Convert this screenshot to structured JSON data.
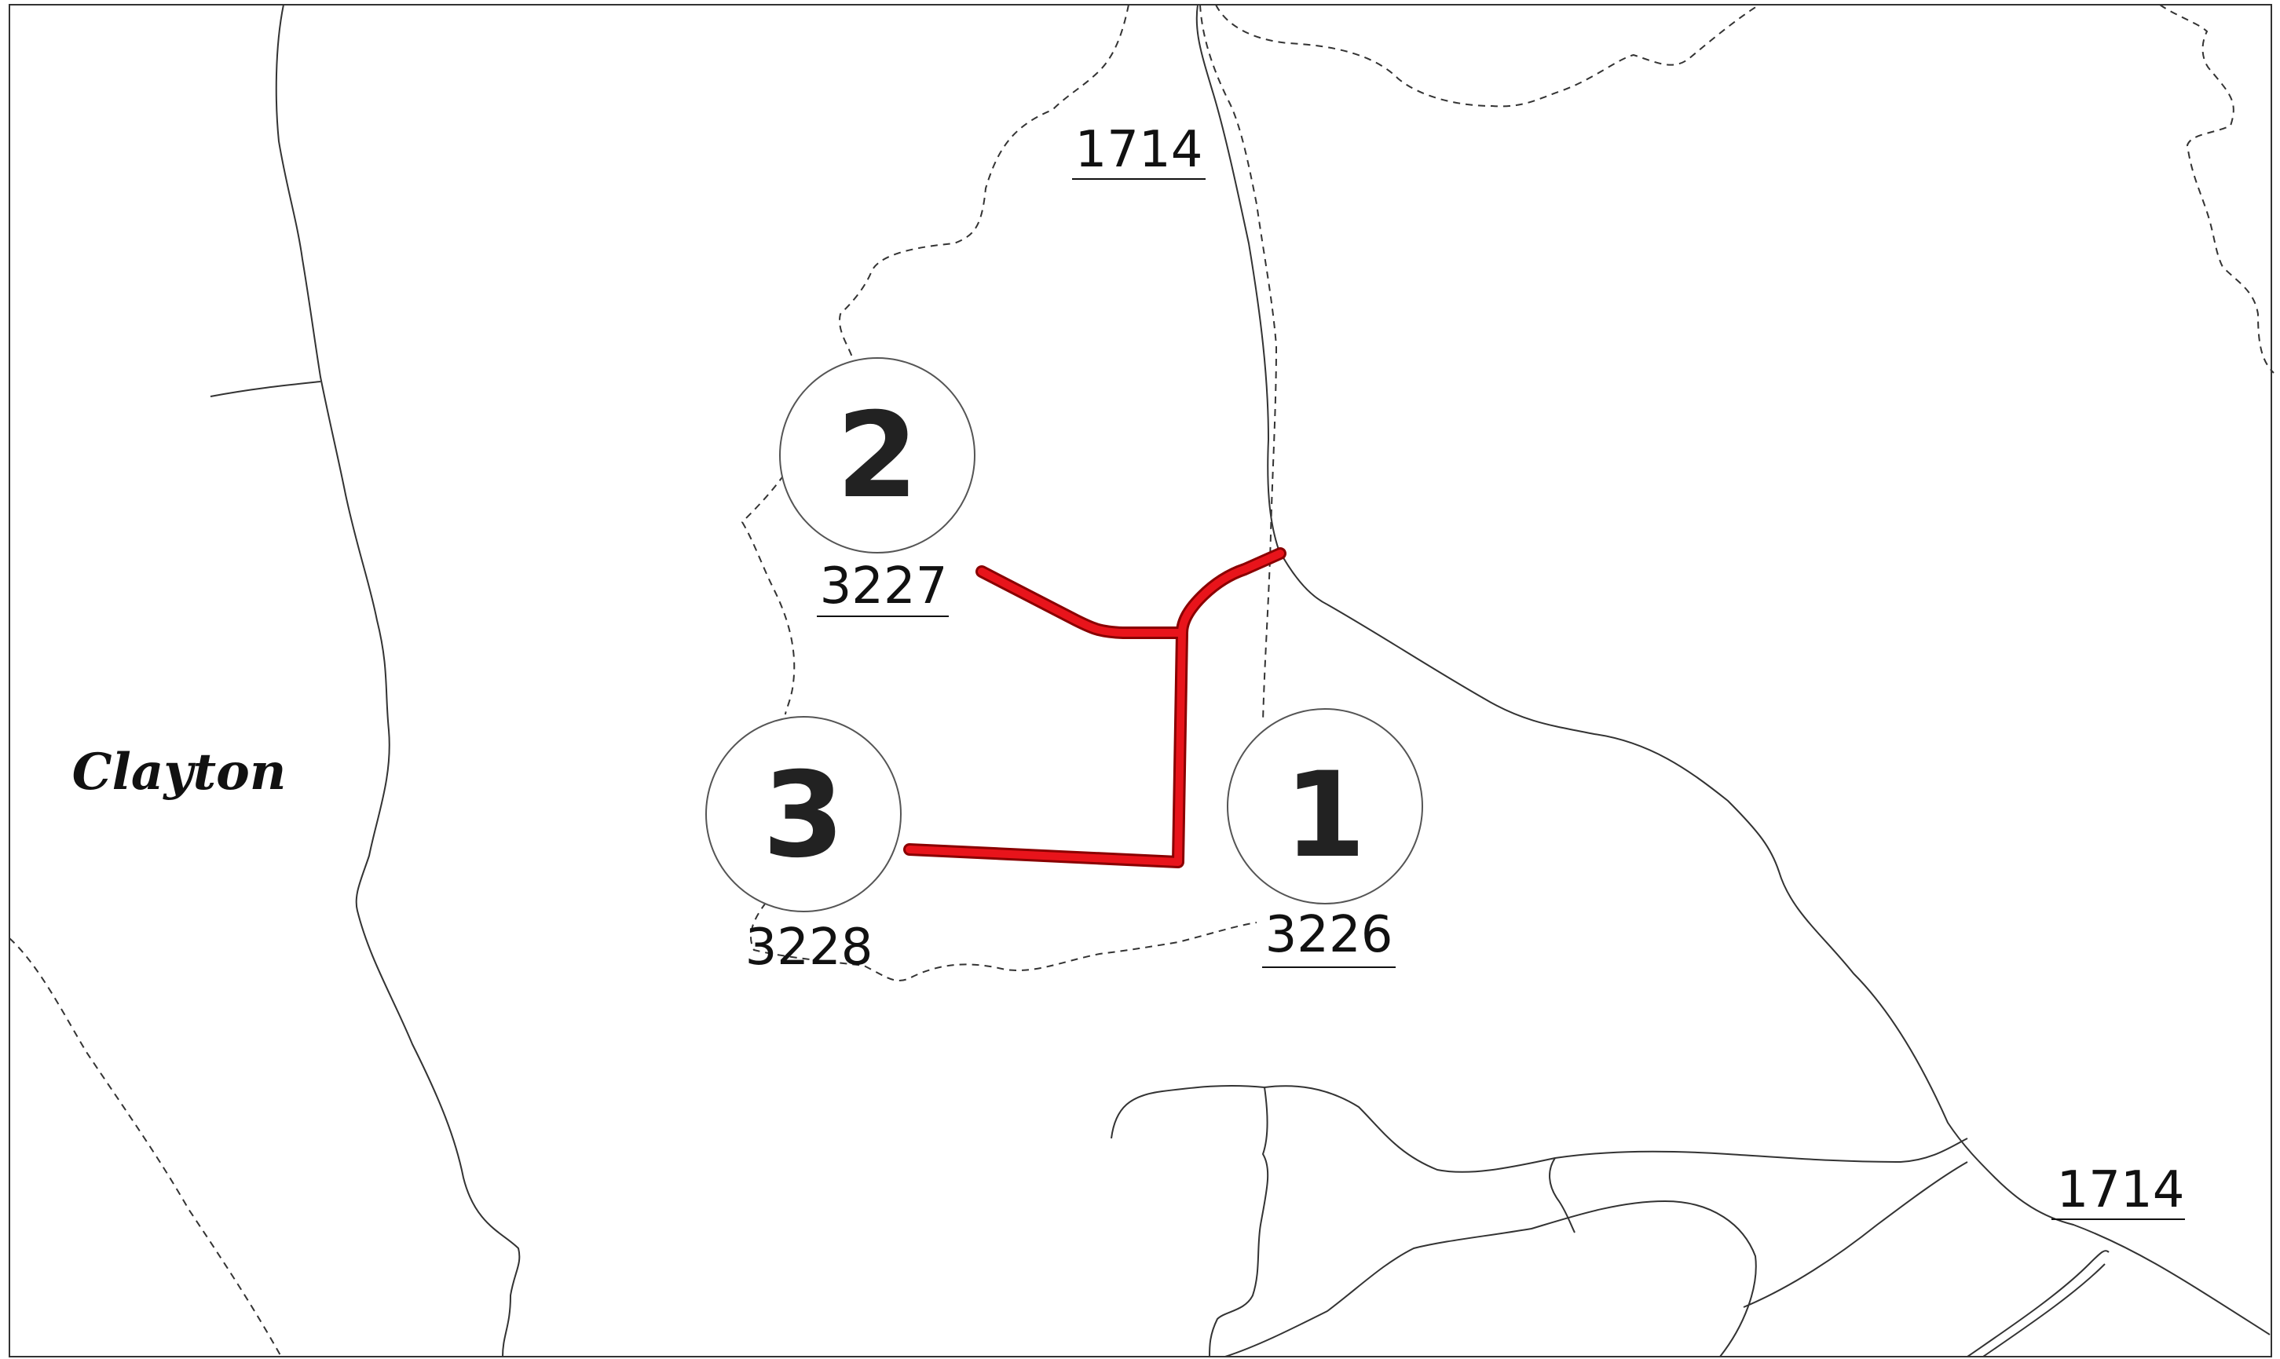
{
  "map": {
    "place_name": "Clayton",
    "parcel_labels": [
      "1714",
      "3227",
      "3228",
      "3226",
      "1714"
    ],
    "markers": [
      {
        "number": "1",
        "parcel": "3226"
      },
      {
        "number": "2",
        "parcel": "3227"
      },
      {
        "number": "3",
        "parcel": "3228"
      }
    ],
    "colors": {
      "route": "#e8141b",
      "route_outline": "#8a0000",
      "line": "#333333",
      "marker_stroke": "#555555",
      "background": "#ffffff"
    },
    "route": {
      "name": "",
      "description": ""
    }
  }
}
